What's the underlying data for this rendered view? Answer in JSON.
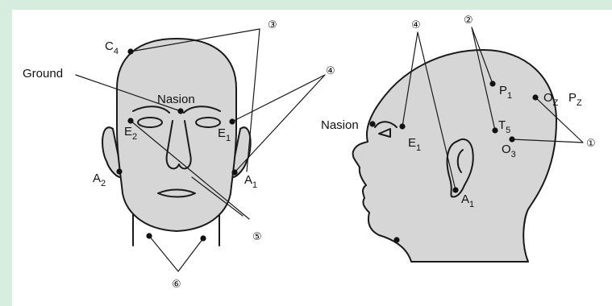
{
  "colors": {
    "page_background": "#d5ecdf",
    "panel_background": "#ffffff",
    "head_fill": "#d6d6d6",
    "line": "#1a1a1a"
  },
  "front_view": {
    "labels": {
      "c4": {
        "main": "C",
        "sub": "4"
      },
      "ground": "Ground",
      "nasion": "Nasion",
      "e1": {
        "main": "E",
        "sub": "1"
      },
      "e2": {
        "main": "E",
        "sub": "2"
      },
      "a1": {
        "main": "A",
        "sub": "1"
      },
      "a2": {
        "main": "A",
        "sub": "2"
      }
    },
    "callouts": {
      "c3": "③",
      "c4": "④",
      "c5": "⑤",
      "c6": "⑥"
    }
  },
  "side_view": {
    "labels": {
      "nasion": "Nasion",
      "e1": {
        "main": "E",
        "sub": "1"
      },
      "a1": {
        "main": "A",
        "sub": "1"
      },
      "p1": {
        "main": "P",
        "sub": "1"
      },
      "oz": {
        "main": "O",
        "sub": "Z"
      },
      "pz": {
        "main": "P",
        "sub": "Z"
      },
      "t5": {
        "main": "T",
        "sub": "5"
      },
      "o3": {
        "main": "O",
        "sub": "3"
      }
    },
    "callouts": {
      "c1": "①",
      "c2": "②",
      "c4": "④"
    }
  }
}
